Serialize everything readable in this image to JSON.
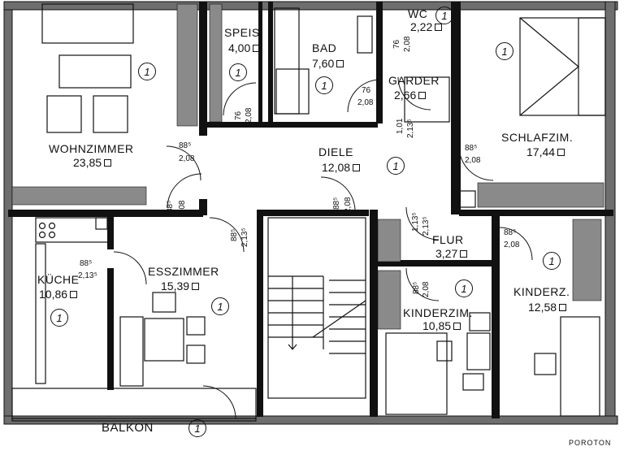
{
  "rooms": {
    "wohnzimmer": {
      "name": "WOHNZIMMER",
      "area": "23,85"
    },
    "speis": {
      "name": "SPEIS",
      "area": "4,00"
    },
    "bad": {
      "name": "BAD",
      "area": "7,60"
    },
    "wc": {
      "name": "WC",
      "area": "2,22"
    },
    "garder": {
      "name": "GARDER",
      "area": "2,66"
    },
    "schlafzim": {
      "name": "SCHLAFZIM.",
      "area": "17,44"
    },
    "diele": {
      "name": "DIELE",
      "area": "12,08"
    },
    "kueche": {
      "name": "KÜCHE",
      "area": "10,86"
    },
    "esszimmer": {
      "name": "ESSZIMMER",
      "area": "15,39"
    },
    "flur": {
      "name": "FLUR",
      "area": "3,27"
    },
    "kinderzim": {
      "name": "KINDERZIM.",
      "area": "10,85"
    },
    "kinderz": {
      "name": "KINDERZ.",
      "area": "12,58"
    },
    "balkon": {
      "name": "BALKON"
    }
  },
  "doors": {
    "wohn_diele": {
      "w": "88⁵",
      "h": "2,08"
    },
    "wohn_ess": {
      "w": "88⁵",
      "h": "2,08"
    },
    "ess_diele": {
      "w": "88⁵",
      "h": "2,13⁵"
    },
    "kueche_ess": {
      "w": "88⁵",
      "h": "2,13⁵"
    },
    "speis": {
      "w": "76",
      "h": "2,08"
    },
    "bad": {
      "w": "76",
      "h": "2,08"
    },
    "wc": {
      "w": "76",
      "h": "2,08"
    },
    "garder": {
      "w": "1,01",
      "h": "2,13⁵"
    },
    "schlaf": {
      "w": "88⁵",
      "h": "2,08"
    },
    "diele_stair": {
      "w": "88⁵",
      "h": "2,08"
    },
    "flur_in": {
      "w": "1,13⁵",
      "h": "2,13⁵"
    },
    "kinderz": {
      "w": "88⁵",
      "h": "2,08"
    },
    "kinderzim": {
      "w": "88⁵",
      "h": "2,08"
    }
  },
  "marker": "1",
  "brand": "POROTON",
  "colors": {
    "line": "#111111",
    "paper": "#ffffff"
  }
}
